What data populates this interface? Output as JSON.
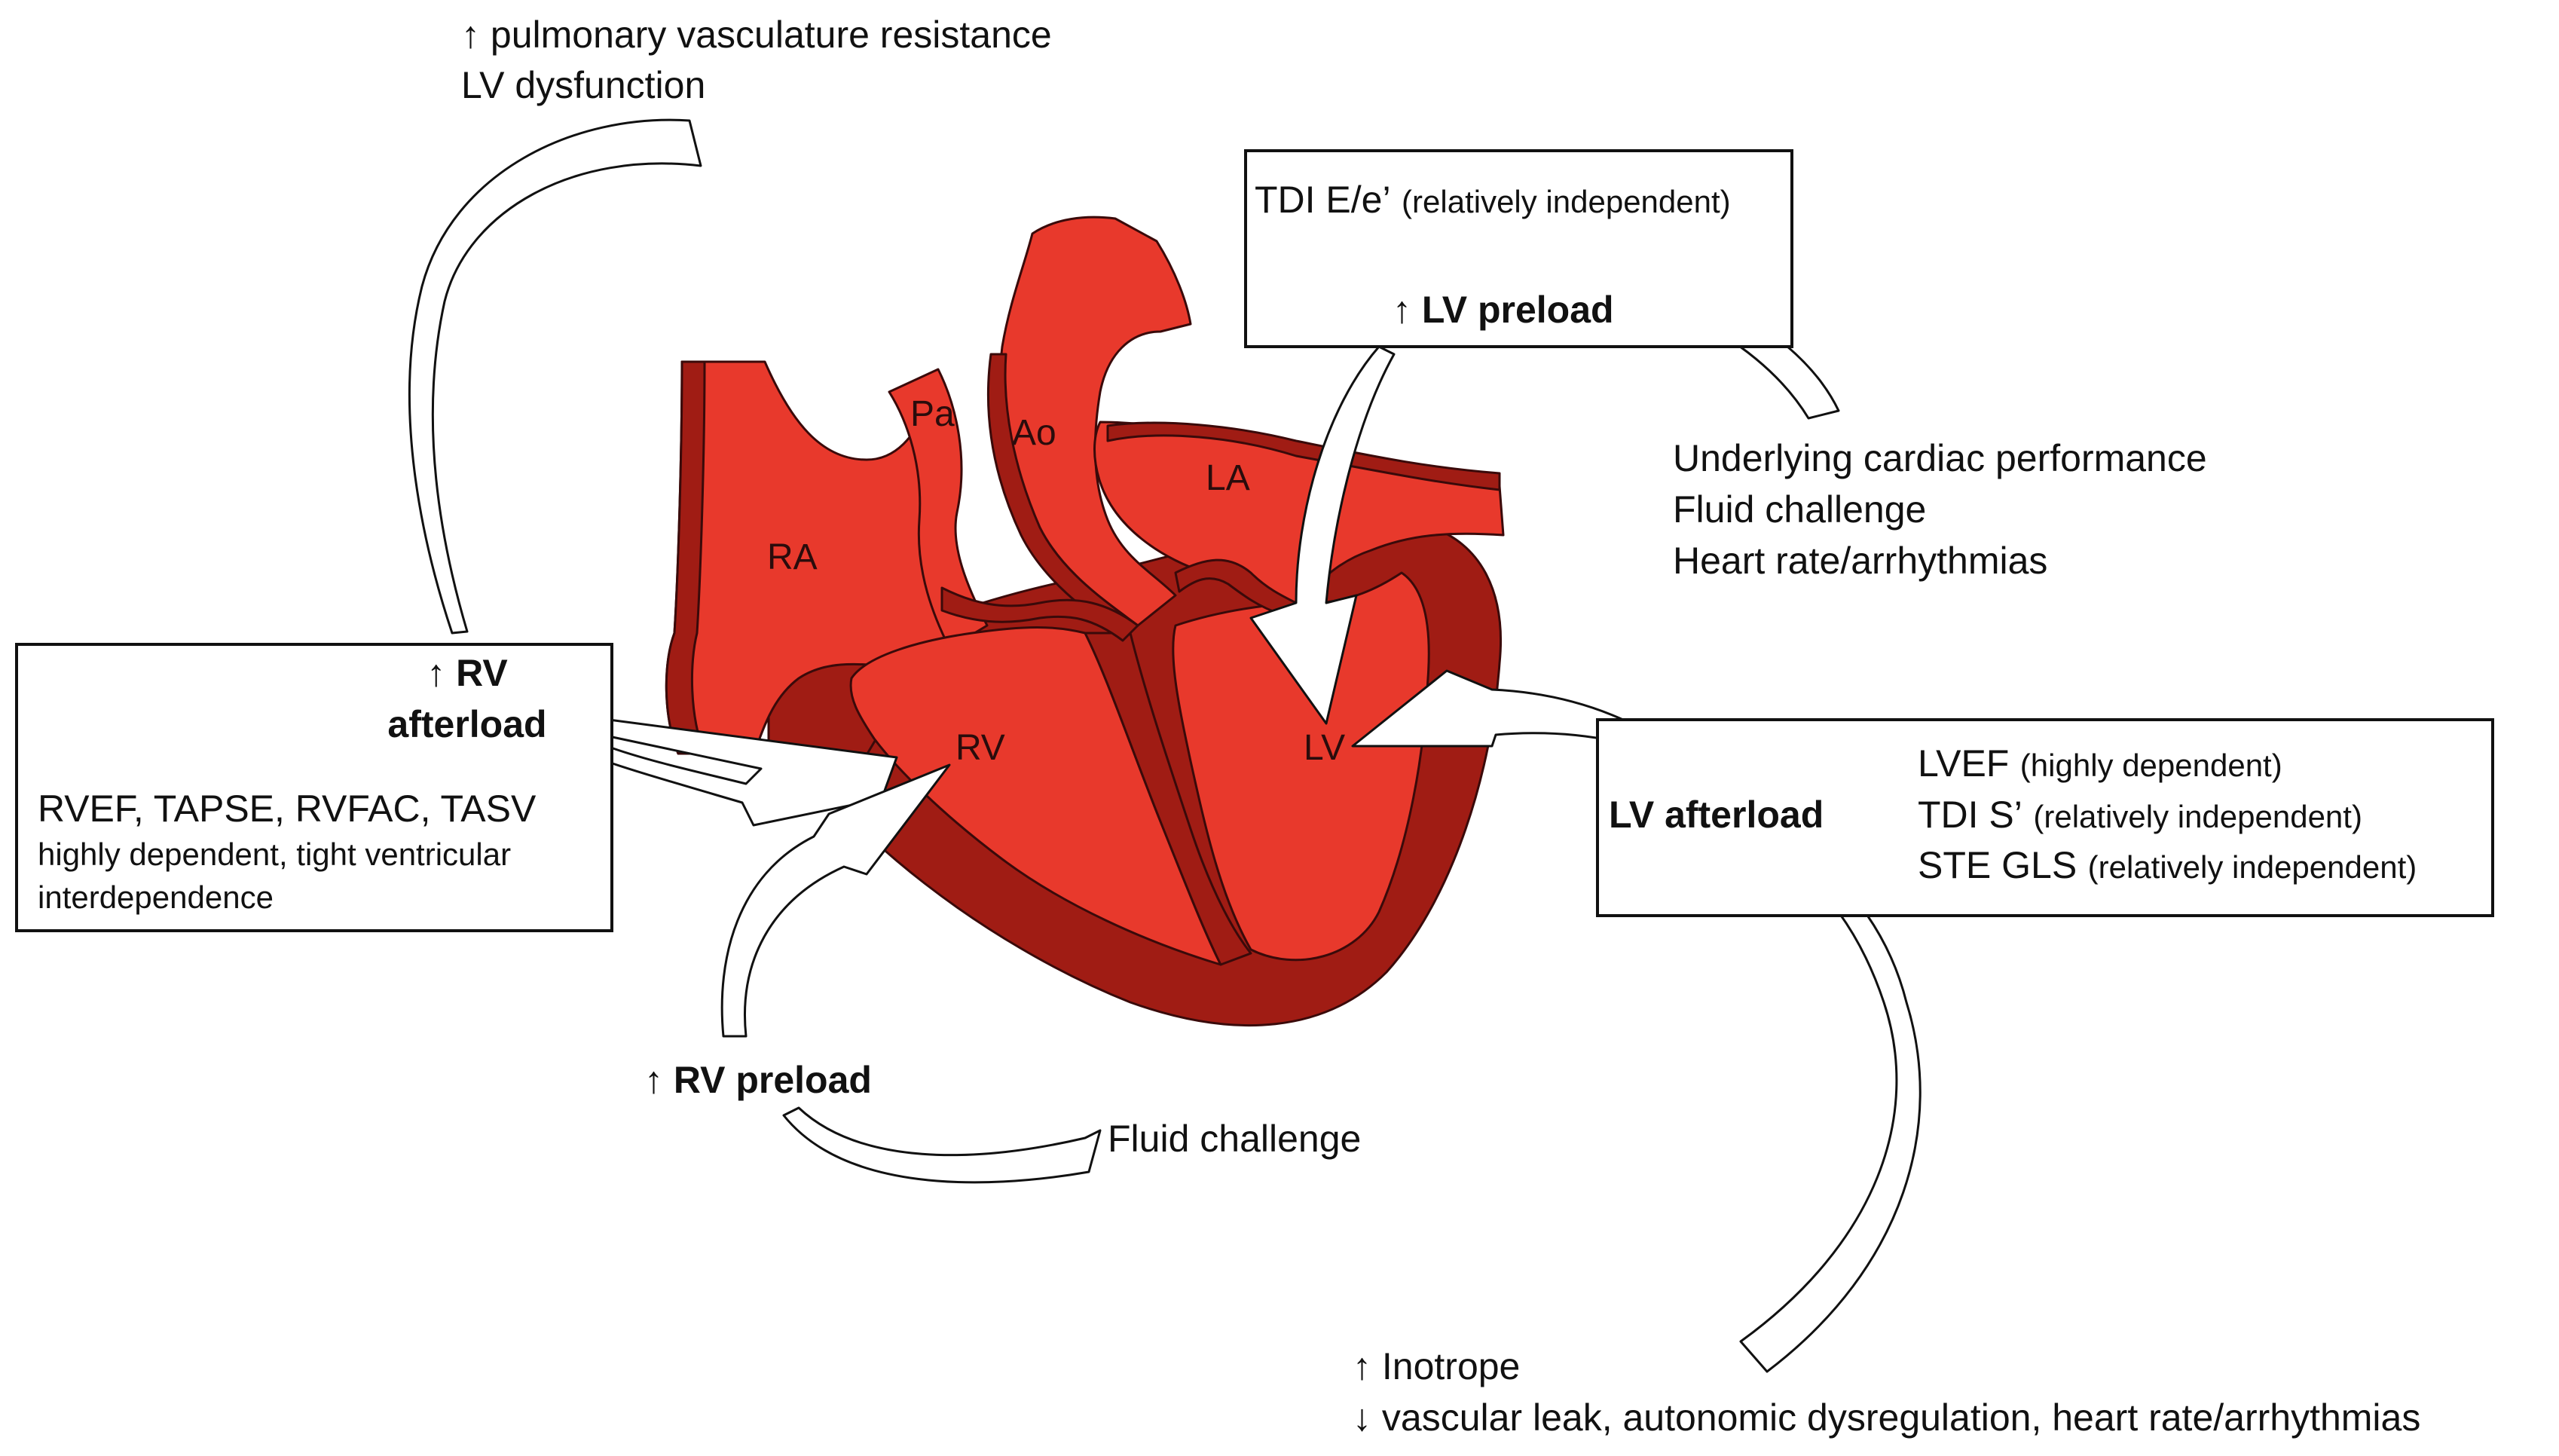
{
  "colors": {
    "myocardium": "#A01C14",
    "chamber": "#E8392C",
    "outline": "#3a0a0a",
    "box_border": "#111111"
  },
  "top_left_note": {
    "line1": "↑ pulmonary vasculature resistance",
    "line2": "LV dysfunction"
  },
  "chambers": {
    "ra": "RA",
    "rv": "RV",
    "la": "LA",
    "lv": "LV",
    "ao": "Ao",
    "pa": "Pa"
  },
  "lv_preload_box": {
    "tdi_main": "TDI E/e’",
    "tdi_note": "(relatively independent)",
    "title": "↑ LV preload"
  },
  "lv_preload_factors": [
    "Underlying cardiac performance",
    "Fluid challenge",
    "Heart rate/arrhythmias"
  ],
  "rv_afterload_box": {
    "title_line1": "↑ RV",
    "title_line2": "afterload",
    "measures": "RVEF, TAPSE, RVFAC, TASV",
    "note_line1": "highly dependent, tight ventricular",
    "note_line2": "interdependence"
  },
  "lv_afterload_box": {
    "title": "LV afterload",
    "rows": [
      {
        "main": "LVEF",
        "note": "(highly dependent)"
      },
      {
        "main": "TDI S’",
        "note": "(relatively independent)"
      },
      {
        "main": "STE GLS",
        "note": "(relatively independent)"
      }
    ]
  },
  "rv_preload": {
    "title": "↑ RV preload",
    "factor": "Fluid challenge"
  },
  "lv_afterload_factors": {
    "line1": "↑ Inotrope",
    "line2": "↓ vascular leak, autonomic dysregulation, heart rate/arrhythmias"
  }
}
